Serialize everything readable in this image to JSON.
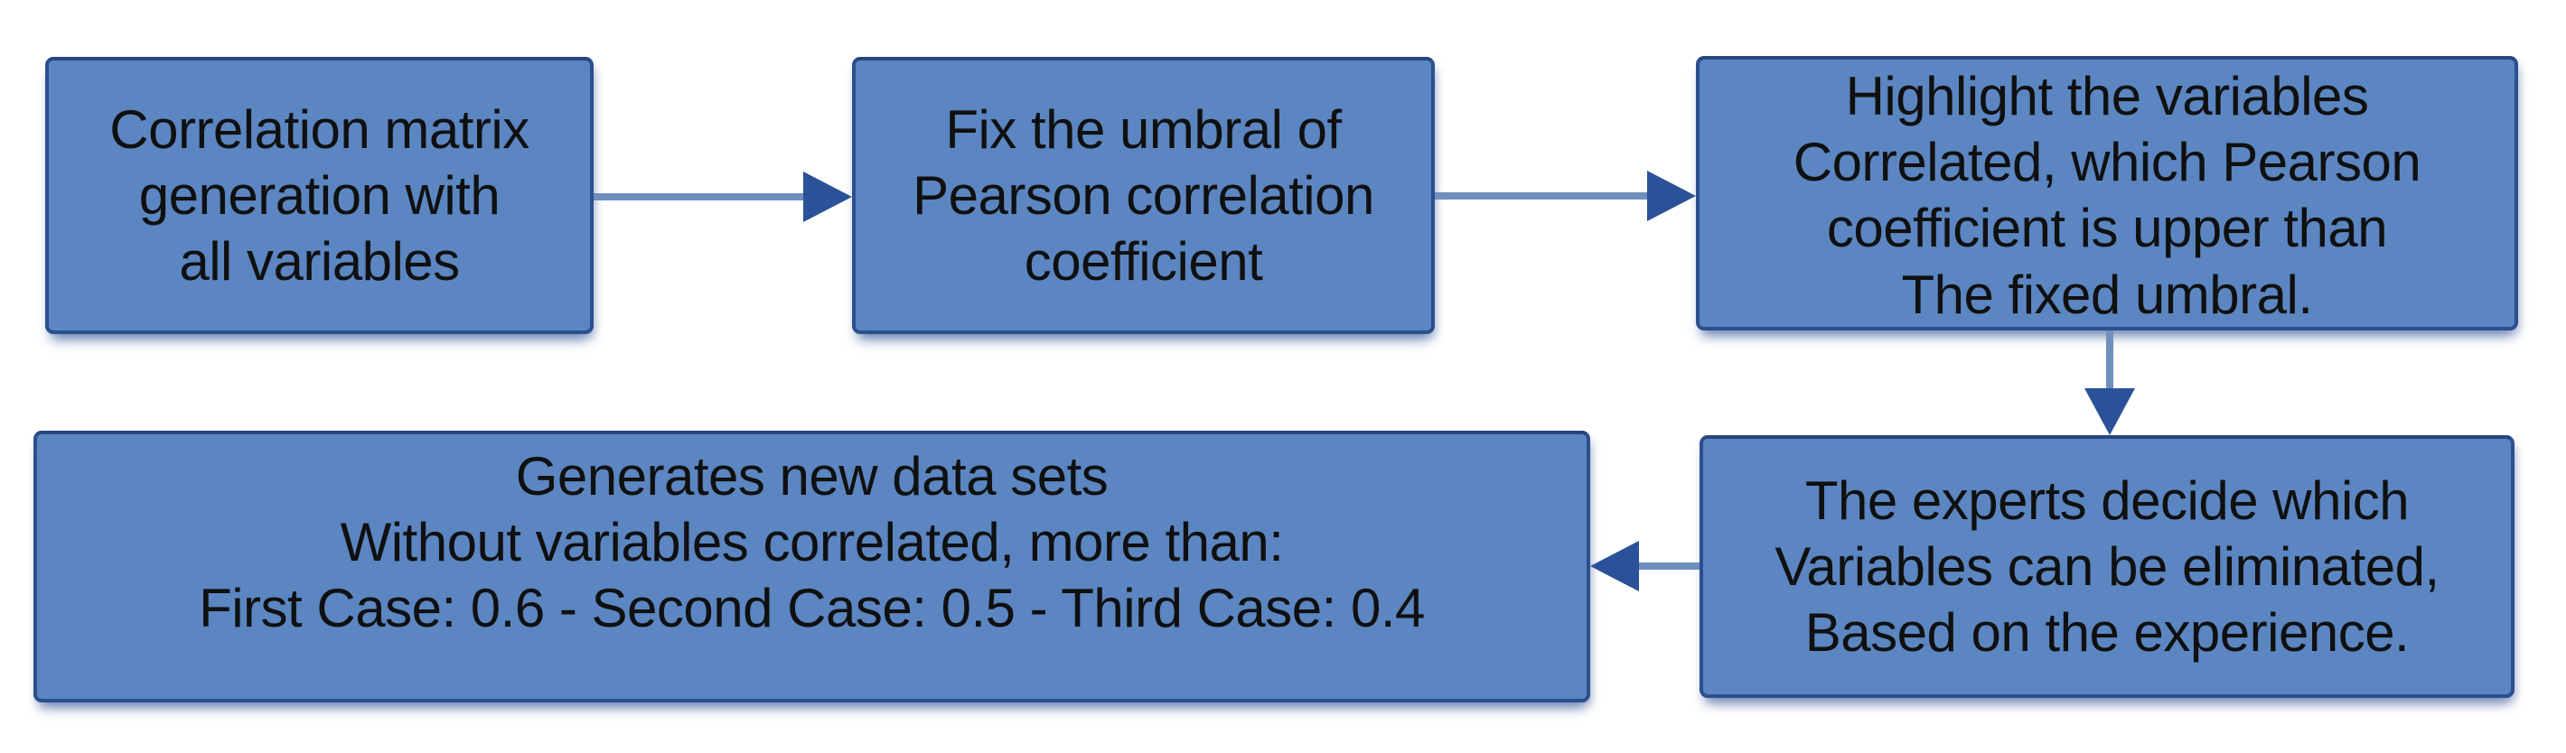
{
  "diagram": {
    "type": "flowchart",
    "colors": {
      "background": "#ffffff",
      "box_fill": "#5b86c1",
      "box_border": "#2c4f8e",
      "arrow_line": "#6f8fbd",
      "arrow_head": "#2b5298",
      "text": "#101010"
    },
    "nodes": [
      {
        "id": "correlation-matrix-generation",
        "lines": [
          "Correlation matrix",
          "generation with",
          "all variables"
        ]
      },
      {
        "id": "fix-umbral",
        "lines": [
          "Fix the umbral of",
          "Pearson correlation",
          "coefficient"
        ]
      },
      {
        "id": "highlight-correlated-variables",
        "lines": [
          "Highlight the variables",
          "Correlated, which Pearson",
          "coefficient is upper than",
          "The fixed umbral."
        ]
      },
      {
        "id": "experts-decide",
        "lines": [
          "The experts decide which",
          "Variables can be eliminated,",
          "Based on the experience."
        ]
      },
      {
        "id": "generate-new-datasets",
        "lines": [
          "Generates new data sets",
          "Without variables correlated, more than:",
          "First Case: 0.6 - Second Case: 0.5 - Third Case: 0.4"
        ]
      }
    ],
    "arrows": [
      {
        "from": "correlation-matrix-generation",
        "to": "fix-umbral",
        "direction": "right"
      },
      {
        "from": "fix-umbral",
        "to": "highlight-correlated-variables",
        "direction": "right"
      },
      {
        "from": "highlight-correlated-variables",
        "to": "experts-decide",
        "direction": "down"
      },
      {
        "from": "experts-decide",
        "to": "generate-new-datasets",
        "direction": "left"
      }
    ]
  }
}
